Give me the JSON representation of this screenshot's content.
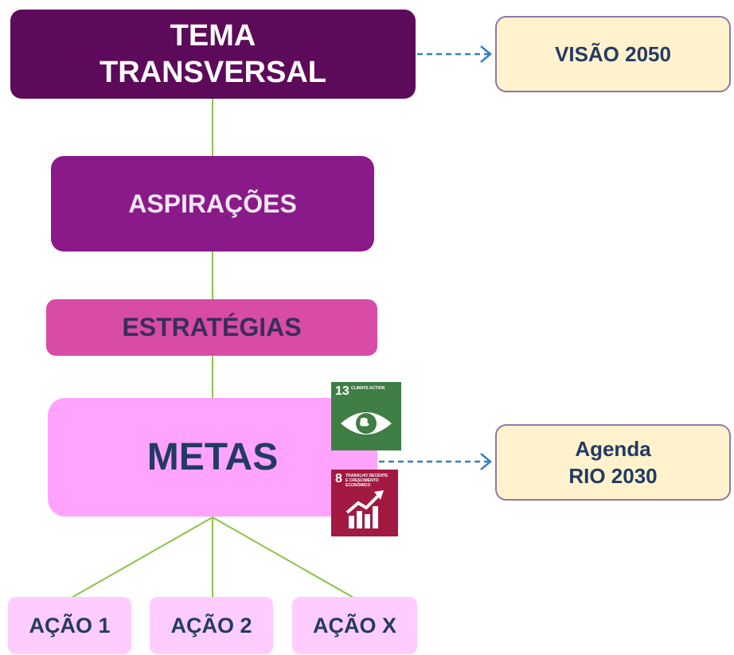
{
  "main_flow": {
    "tema_line1": "TEMA",
    "tema_line2": "TRANSVERSAL",
    "aspiracoes": "ASPIRAÇÕES",
    "estrategias": "ESTRATÉGIAS",
    "metas": "METAS"
  },
  "acoes": [
    "AÇÃO 1",
    "AÇÃO 2",
    "AÇÃO X"
  ],
  "side_boxes": {
    "visao": "VISÃO 2050",
    "agenda_line1": "Agenda",
    "agenda_line2": "RIO 2030"
  },
  "sdg_icons": {
    "sdg13": {
      "number": "13",
      "label": "CLIMATE ACTION",
      "color": "#3f7e44",
      "icon": "eye-globe-icon"
    },
    "sdg8": {
      "number": "8",
      "label": "TRABALHO DECENTE E CRESCIMENTO ECONÔMICO",
      "color": "#a21942",
      "icon": "growth-chart-icon"
    }
  },
  "colors": {
    "tema": "#5e0a5a",
    "aspiracoes": "#8a1a8a",
    "estrategias": "#d84ca7",
    "metas": "#ffa3ff",
    "acao": "#ffccff",
    "side_box": "#fff2cc",
    "connector_green": "#8bc34a",
    "arrow_blue": "#3a7dc0"
  }
}
